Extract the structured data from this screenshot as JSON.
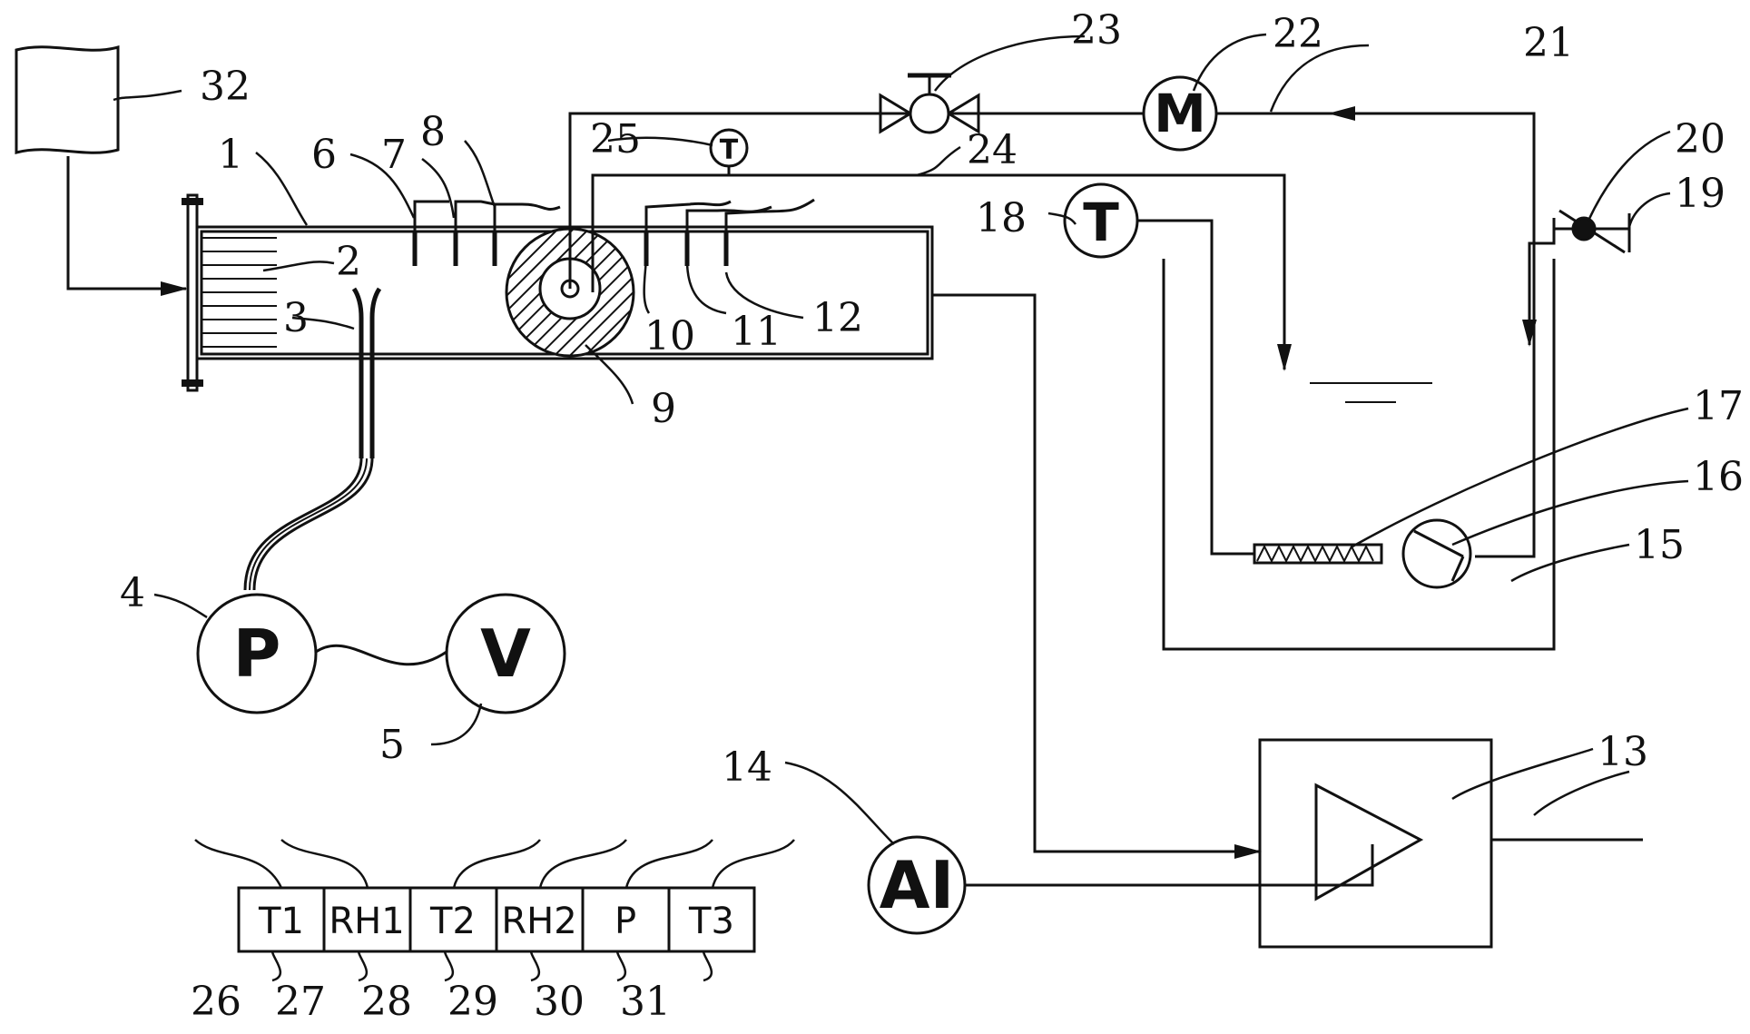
{
  "diagram": {
    "reference_numbers": [
      "1",
      "2",
      "3",
      "4",
      "5",
      "6",
      "7",
      "8",
      "9",
      "10",
      "11",
      "12",
      "13",
      "14",
      "15",
      "16",
      "17",
      "18",
      "19",
      "20",
      "21",
      "22",
      "23",
      "24",
      "25",
      "26",
      "27",
      "28",
      "29",
      "30",
      "31",
      "32"
    ],
    "symbols": {
      "pump_p": "P",
      "voltmeter_v": "V",
      "motor_m": "M",
      "temp_sensor_18": "T",
      "temp_sensor_25": "T",
      "ai_controller": "AI"
    },
    "sensor_boxes": [
      "T1",
      "RH1",
      "T2",
      "RH2",
      "P",
      "T3"
    ]
  }
}
